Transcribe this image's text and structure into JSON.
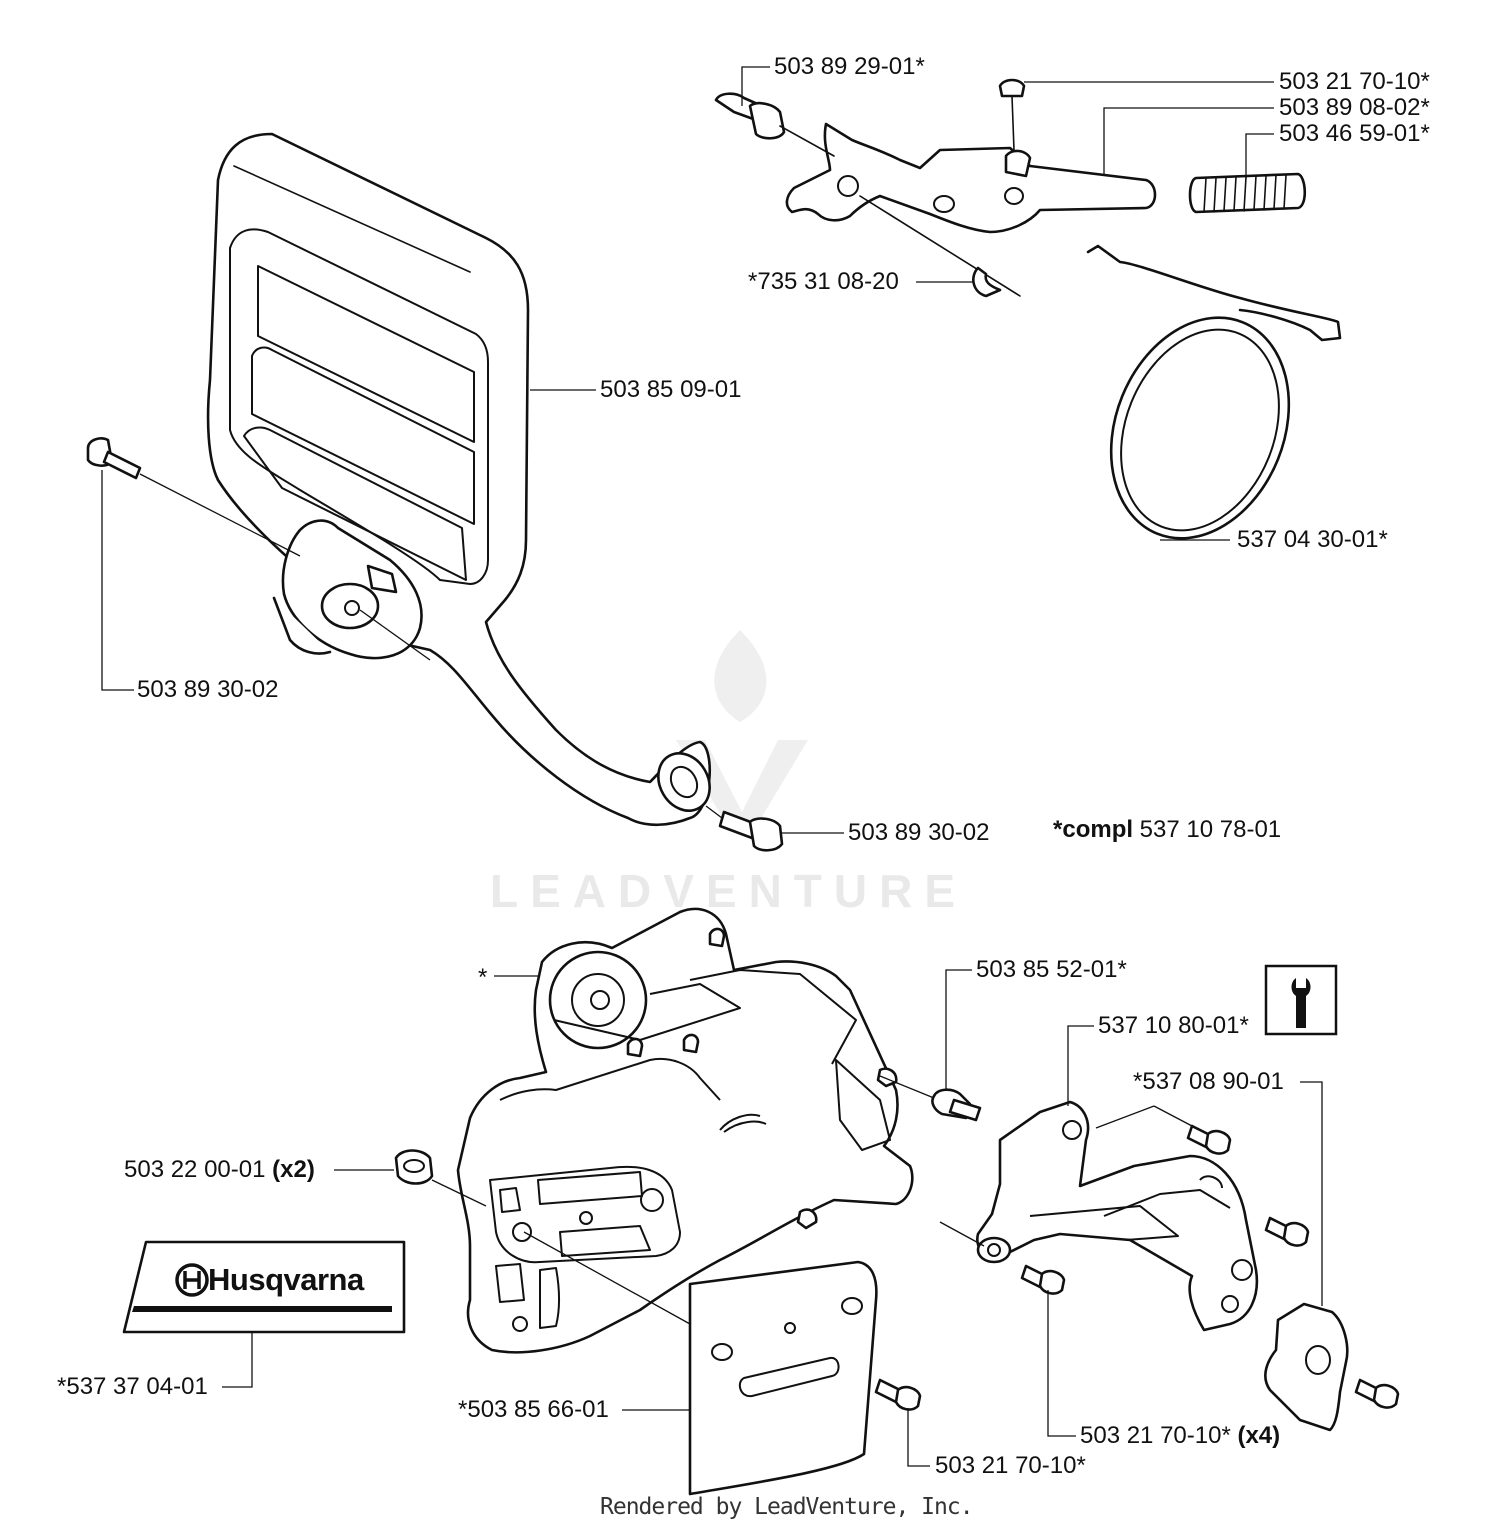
{
  "callouts": {
    "p_503_89_29_01": "503 89 29-01*",
    "p_503_21_70_10_top": "503 21 70-10*",
    "p_503_89_08_02": "503 89 08-02*",
    "p_503_46_59_01": "503 46 59-01*",
    "p_735_31_08_20": "*735 31 08-20",
    "p_503_85_09_01": "503 85 09-01",
    "p_537_04_30_01": "537 04 30-01*",
    "p_503_89_30_02_left": "503 89 30-02",
    "p_503_89_30_02_bottom": "503 89 30-02",
    "compl_prefix": "*compl",
    "compl_number": " 537 10 78-01",
    "asterisk": "*",
    "p_503_85_52_01": "503 85 52-01*",
    "p_537_10_80_01": "537 10 80-01*",
    "p_537_08_90_01": "*537 08 90-01",
    "p_503_22_00_01": "503 22 00-01 ",
    "qty_x2": "(x2)",
    "p_537_37_04_01": "*537 37 04-01",
    "p_503_85_66_01": "*503 85 66-01",
    "p_503_21_70_10_x4": "503 21 70-10* ",
    "qty_x4": "(x4)",
    "p_503_21_70_10_bottom": "503 21 70-10*"
  },
  "decal_brand": "Husqvarna",
  "watermark": "LEADVENTURE",
  "footer": "Rendered by LeadVenture, Inc.",
  "icons": [
    "info-tool-icon",
    "husqvarna-crown-icon",
    "leadventure-flame-icon"
  ]
}
